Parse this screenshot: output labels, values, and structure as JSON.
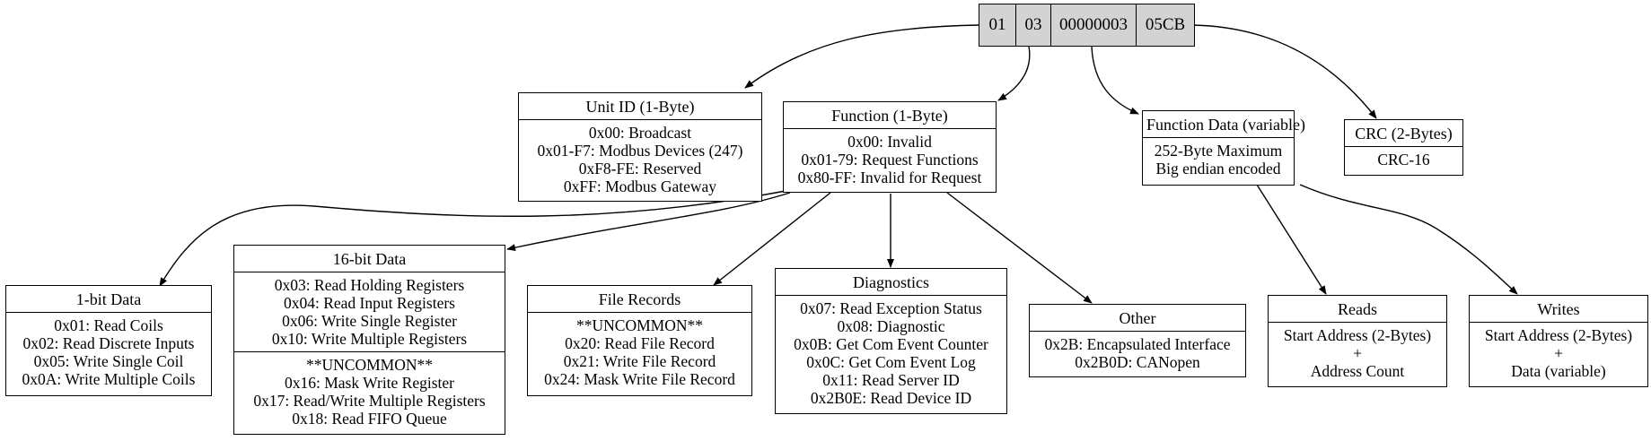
{
  "packet": {
    "fields": [
      "01",
      "03",
      "00000003",
      "05CB"
    ]
  },
  "nodes": {
    "unit_id": {
      "title": "Unit ID (1-Byte)",
      "sections": [
        [
          "0x00: Broadcast",
          "0x01-F7: Modbus Devices (247)",
          "0xF8-FE: Reserved",
          "0xFF: Modbus Gateway"
        ]
      ]
    },
    "function": {
      "title": "Function (1-Byte)",
      "sections": [
        [
          "0x00: Invalid",
          "0x01-79: Request Functions",
          "0x80-FF: Invalid for Request"
        ]
      ]
    },
    "function_data": {
      "title": "Function Data (variable)",
      "sections": [
        [
          "252-Byte Maximum",
          "Big endian encoded"
        ]
      ]
    },
    "crc": {
      "title": "CRC (2-Bytes)",
      "sections": [
        [
          "CRC-16"
        ]
      ]
    },
    "bit1": {
      "title": "1-bit Data",
      "sections": [
        [
          "0x01: Read Coils",
          "0x02: Read Discrete Inputs",
          "0x05: Write Single Coil",
          "0x0A: Write Multiple Coils"
        ]
      ]
    },
    "bit16": {
      "title": "16-bit Data",
      "sections": [
        [
          "0x03: Read Holding Registers",
          "0x04: Read Input Registers",
          "0x06: Write Single Register",
          "0x10: Write Multiple Registers"
        ],
        [
          "**UNCOMMON**",
          "0x16: Mask Write Register",
          "0x17: Read/Write Multiple Registers",
          "0x18: Read FIFO Queue"
        ]
      ]
    },
    "file_records": {
      "title": "File Records",
      "sections": [
        [
          "**UNCOMMON**",
          "0x20: Read File Record",
          "0x21: Write File Record",
          "0x24: Mask Write File Record"
        ]
      ]
    },
    "diagnostics": {
      "title": "Diagnostics",
      "sections": [
        [
          "0x07: Read Exception Status",
          "0x08: Diagnostic",
          "0x0B: Get Com Event Counter",
          "0x0C: Get Com Event Log",
          "0x11: Read Server ID",
          "0x2B0E: Read Device ID"
        ]
      ]
    },
    "other": {
      "title": "Other",
      "sections": [
        [
          "0x2B: Encapsulated Interface",
          "0x2B0D: CANopen"
        ]
      ]
    },
    "reads": {
      "title": "Reads",
      "sections": [
        [
          "Start Address (2-Bytes)",
          "+",
          "Address Count"
        ]
      ]
    },
    "writes": {
      "title": "Writes",
      "sections": [
        [
          "Start Address (2-Bytes)",
          "+",
          "Data (variable)"
        ]
      ]
    }
  }
}
